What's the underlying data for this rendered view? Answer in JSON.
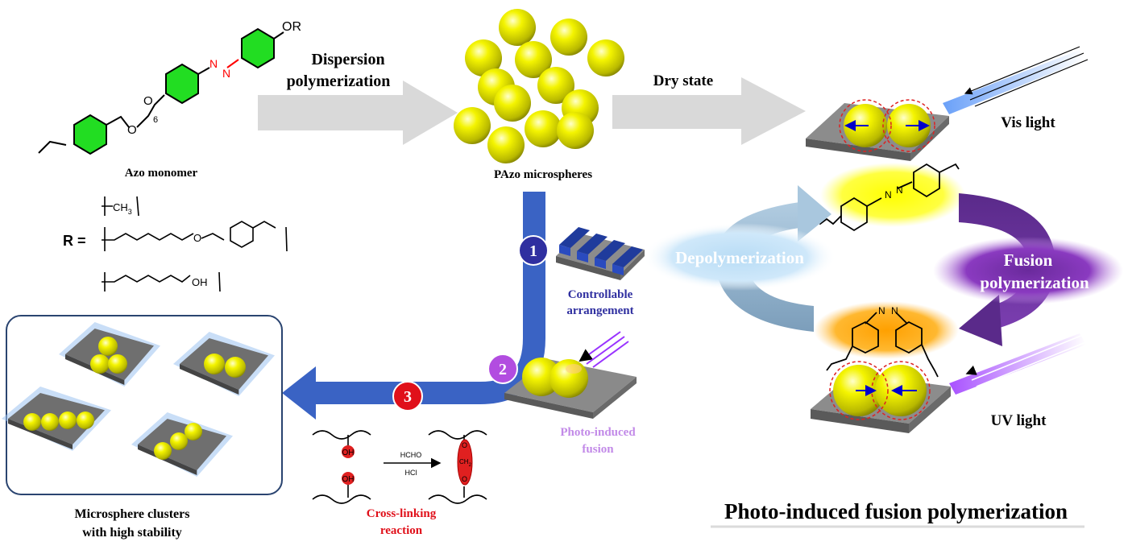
{
  "monomer": {
    "caption": "Azo monomer",
    "or_label": "OR",
    "o_label": "O",
    "n_label": "N",
    "subscript": "6"
  },
  "r_group": {
    "label": "R =",
    "ch3": "CH",
    "ch3_sub": "3",
    "o_label": "O",
    "oh_label": "OH"
  },
  "steps": {
    "dispersion_line1": "Dispersion",
    "dispersion_line2": "polymerization",
    "microspheres": "PAzo microspheres",
    "dry_state": "Dry state",
    "step1": "1",
    "step2": "2",
    "step3": "3",
    "controllable_line1": "Controllable",
    "controllable_line2": "arrangement",
    "fusion_line1": "Photo-induced",
    "fusion_line2": "fusion",
    "clusters_line1": "Microsphere clusters",
    "clusters_line2": "with high stability"
  },
  "crosslink": {
    "oh": "OH",
    "reagent1": "HCHO",
    "reagent2": "HCl",
    "bridge_o": "O",
    "bridge_ch2": "CH",
    "bridge_ch2_sub": "2",
    "label_line1": "Cross-linking",
    "label_line2": "reaction"
  },
  "cycle": {
    "vis_light": "Vis light",
    "uv_light": "UV light",
    "depolymerization": "Depolymerization",
    "fusion_line1": "Fusion",
    "fusion_line2": "polymerization",
    "n_label": "N",
    "main_title": "Photo-induced fusion polymerization"
  },
  "colors": {
    "ring_green": "#22dd22",
    "azo_red": "#ff0000",
    "sphere_yellow": "#e8e800",
    "flow_blue": "#3a63c4",
    "arrow_gray": "#d9d9d9",
    "step_blue": "#2f2fa0",
    "step_purple": "#b24de0",
    "step_red": "#e0101a",
    "depoly_blue": "#5b8fb8",
    "fusion_purple": "#5a2a8a",
    "uv_violet": "#9933ff",
    "vis_blue": "#4f8ff7"
  }
}
